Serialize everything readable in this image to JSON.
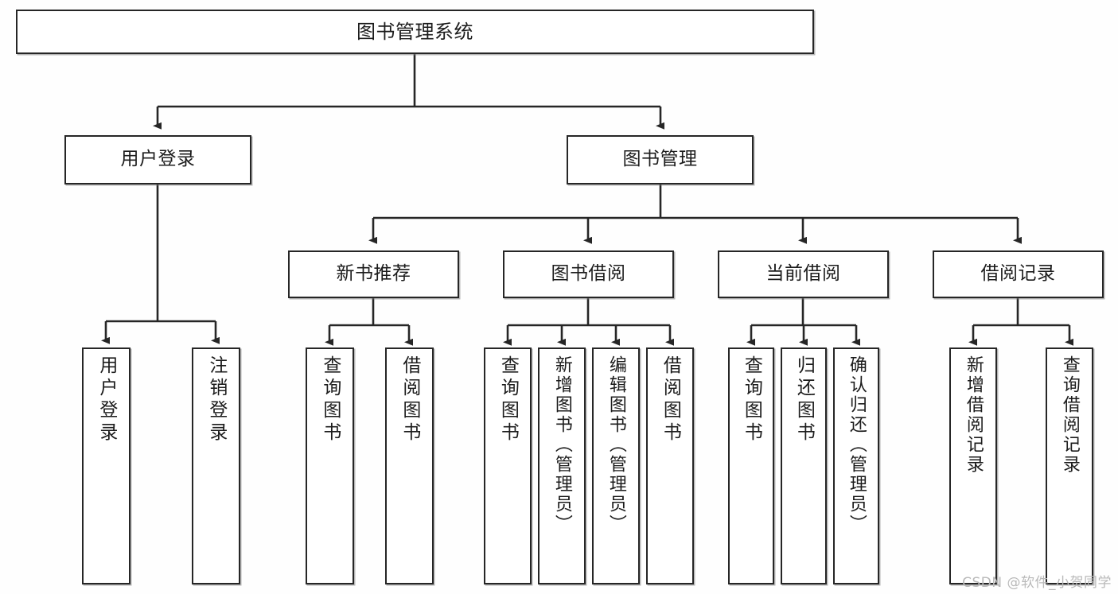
{
  "diagram": {
    "type": "tree",
    "title": "图书管理系统",
    "watermark": "CSDN @软件_小贺同学",
    "colors": {
      "box_border": "#262626",
      "box_fill": "#ffffff",
      "connector": "#262626",
      "text": "#1c1c1c",
      "watermark": "#b9b9b9",
      "background": "#fefefe"
    },
    "levels": [
      {
        "level": 1,
        "nodes": [
          {
            "id": "root",
            "label": "图书管理系统",
            "orientation": "horizontal"
          }
        ]
      },
      {
        "level": 2,
        "nodes": [
          {
            "id": "login",
            "label": "用户登录",
            "orientation": "horizontal",
            "parent": "root"
          },
          {
            "id": "bookmgmt",
            "label": "图书管理",
            "orientation": "horizontal",
            "parent": "root"
          }
        ]
      },
      {
        "level": 3,
        "nodes": [
          {
            "id": "newbook",
            "label": "新书推荐",
            "orientation": "horizontal",
            "parent": "bookmgmt"
          },
          {
            "id": "borrow",
            "label": "图书借阅",
            "orientation": "horizontal",
            "parent": "bookmgmt"
          },
          {
            "id": "current",
            "label": "当前借阅",
            "orientation": "horizontal",
            "parent": "bookmgmt"
          },
          {
            "id": "records",
            "label": "借阅记录",
            "orientation": "horizontal",
            "parent": "bookmgmt"
          }
        ]
      },
      {
        "level": 4,
        "nodes": [
          {
            "id": "leaf1",
            "label": "用户登录",
            "orientation": "vertical",
            "parent": "login"
          },
          {
            "id": "leaf2",
            "label": "注销登录",
            "orientation": "vertical",
            "parent": "login"
          },
          {
            "id": "leaf3",
            "label": "查询图书",
            "orientation": "vertical",
            "parent": "newbook"
          },
          {
            "id": "leaf4",
            "label": "借阅图书",
            "orientation": "vertical",
            "parent": "newbook"
          },
          {
            "id": "leaf5",
            "label": "查询图书",
            "orientation": "vertical",
            "parent": "borrow"
          },
          {
            "id": "leaf6",
            "label": "新增图书（管理员）",
            "orientation": "vertical",
            "parent": "borrow"
          },
          {
            "id": "leaf7",
            "label": "编辑图书（管理员）",
            "orientation": "vertical",
            "parent": "borrow"
          },
          {
            "id": "leaf8",
            "label": "借阅图书",
            "orientation": "vertical",
            "parent": "borrow"
          },
          {
            "id": "leaf9",
            "label": "查询图书",
            "orientation": "vertical",
            "parent": "current"
          },
          {
            "id": "leaf10",
            "label": "归还图书",
            "orientation": "vertical",
            "parent": "current"
          },
          {
            "id": "leaf11",
            "label": "确认归还（管理员）",
            "orientation": "vertical",
            "parent": "current"
          },
          {
            "id": "leaf12",
            "label": "新增借阅记录",
            "orientation": "vertical",
            "parent": "records"
          },
          {
            "id": "leaf13",
            "label": "查询借阅记录",
            "orientation": "vertical",
            "parent": "records"
          }
        ]
      }
    ]
  }
}
